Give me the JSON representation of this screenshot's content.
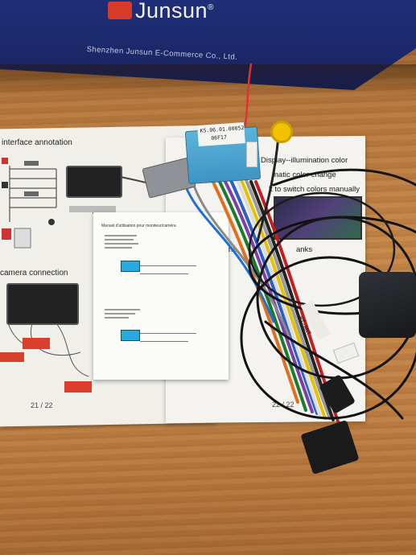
{
  "box": {
    "brand": "Junsun",
    "registered_mark": "®",
    "company": "Shenzhen Junsun E-Commerce Co., Ltd."
  },
  "manual_left": {
    "section_interface": "interface annotation",
    "section_camera": "camera connection",
    "page_number": "21 / 22"
  },
  "manual_right": {
    "line1": "Display--illumination color",
    "line2": "matic color change",
    "line3": "k to switch colors manually",
    "line4": "nt, the",
    "line5": "anks",
    "page_number": "22 / 22"
  },
  "leaflet": {
    "title": "Manuel d'utilisation pour moniteur/caméra"
  },
  "connector_label": {
    "line1": "KS.06.01.00052",
    "line2": "06F17"
  },
  "bt_tag": "BT-ANT",
  "colors": {
    "box_blue": "#1f2e78",
    "logo_red": "#d83a2a",
    "connector_blue": "#4aa6d2",
    "rca_yellow": "#f2c200",
    "wood": "#c58748"
  }
}
